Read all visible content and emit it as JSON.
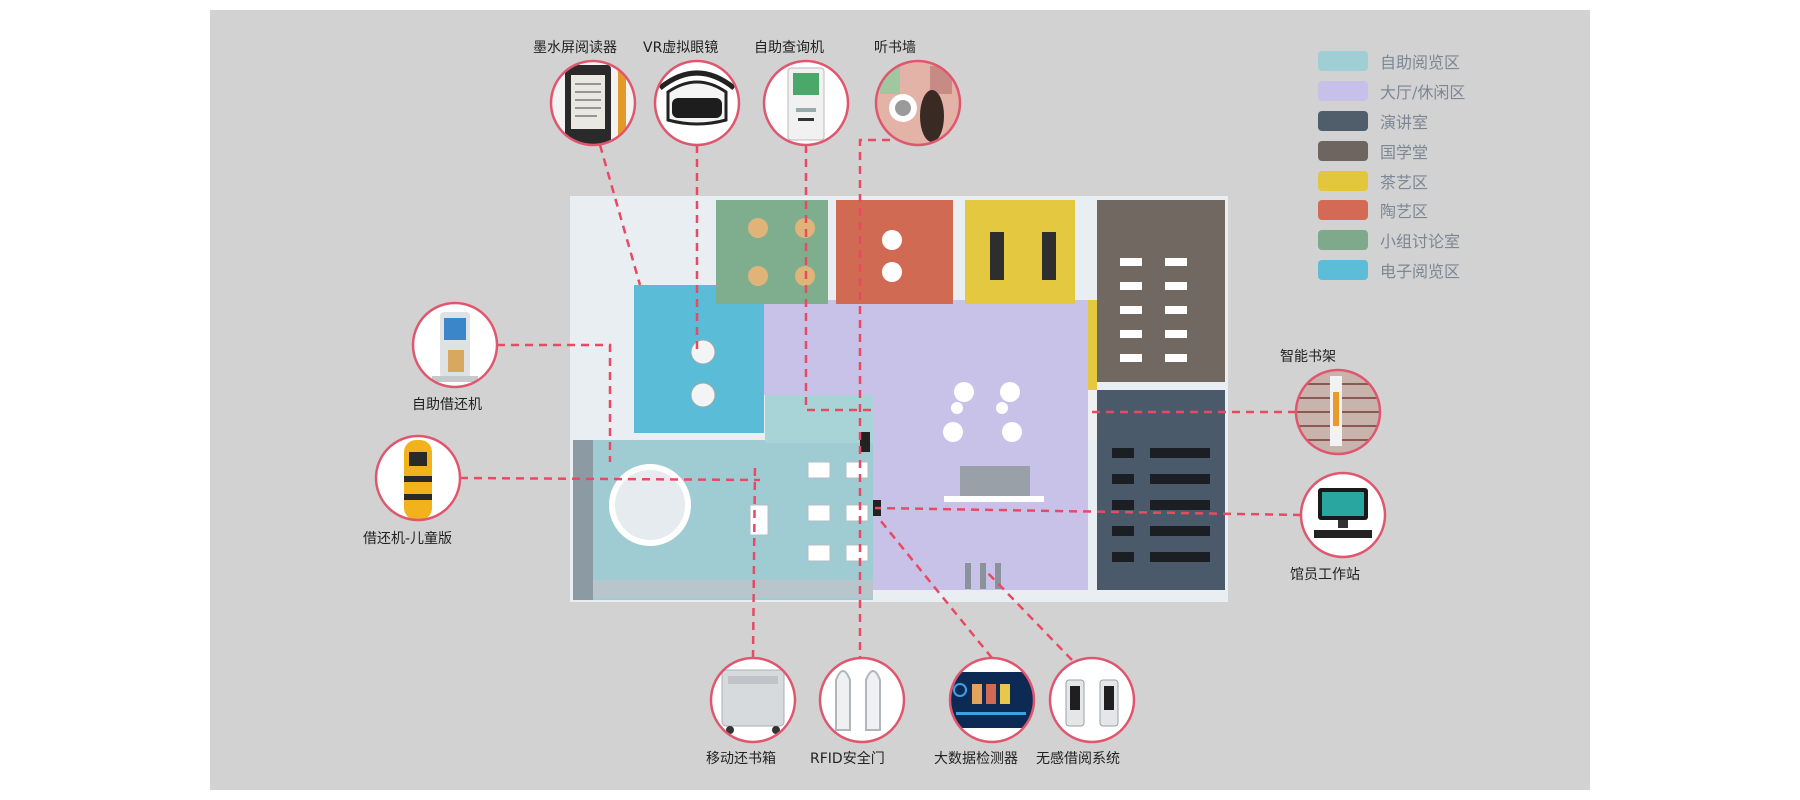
{
  "colors": {
    "panel_bg": "#d2d2d2",
    "callout_line": "#e84a63",
    "circle_border": "#e0566e",
    "self_read": "#9fccd2",
    "hall": "#c8c2e8",
    "lecture": "#4a5a6a",
    "guoxue": "#716862",
    "tea": "#e3c840",
    "pottery": "#d06a52",
    "group": "#7fae8e",
    "e_read": "#5bbcd8"
  },
  "legend": [
    {
      "label": "自助阅览区",
      "color": "#9fcfd5"
    },
    {
      "label": "大厅/休闲区",
      "color": "#c7c1ea"
    },
    {
      "label": "演讲室",
      "color": "#4f5e6a"
    },
    {
      "label": "国学堂",
      "color": "#6e6560"
    },
    {
      "label": "茶艺区",
      "color": "#e2c63e"
    },
    {
      "label": "陶艺区",
      "color": "#d46a56"
    },
    {
      "label": "小组讨论室",
      "color": "#7fa98b"
    },
    {
      "label": "电子阅览区",
      "color": "#5cbdd9"
    }
  ],
  "devices": [
    {
      "label": "墨水屏阅读器",
      "icon": "e-ink-reader-icon"
    },
    {
      "label": "VR虚拟眼镜",
      "icon": "vr-headset-icon"
    },
    {
      "label": "自助查询机",
      "icon": "kiosk-icon"
    },
    {
      "label": "听书墙",
      "icon": "audio-book-wall-icon"
    },
    {
      "label": "自助借还机",
      "icon": "self-checkout-icon"
    },
    {
      "label": "借还机-儿童版",
      "icon": "kids-checkout-icon"
    },
    {
      "label": "智能书架",
      "icon": "smart-shelf-icon"
    },
    {
      "label": "馆员工作站",
      "icon": "librarian-station-icon"
    },
    {
      "label": "移动还书箱",
      "icon": "mobile-return-box-icon"
    },
    {
      "label": "RFID安全门",
      "icon": "rfid-gate-icon"
    },
    {
      "label": "大数据检测器",
      "icon": "big-data-monitor-icon"
    },
    {
      "label": "无感借阅系统",
      "icon": "seamless-borrow-icon"
    }
  ]
}
